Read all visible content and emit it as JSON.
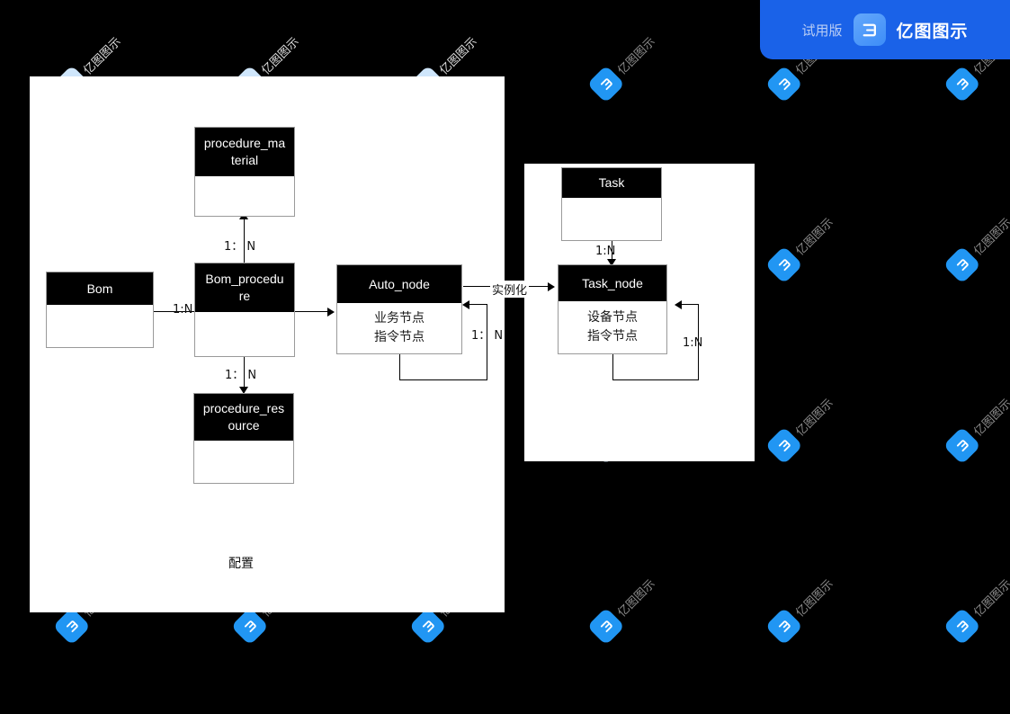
{
  "header": {
    "trial_label": "试用版",
    "brand_name": "亿图图示",
    "brand_icon": "edraw-logo-icon",
    "accent_color": "#1a62e8"
  },
  "watermark": {
    "text": "亿图图示",
    "icon": "edraw-logo-icon",
    "badge_color_dark_bg": "#2196f3",
    "badge_color_light_bg": "#cfe6fb"
  },
  "canvas": {
    "background_color": "#000000",
    "panel_color": "#ffffff",
    "panels": [
      {
        "name": "configuration-panel"
      },
      {
        "name": "runtime-panel"
      }
    ]
  },
  "entities": {
    "procedure_material": {
      "title": "procedure_ma\nterial",
      "title_line1": "procedure_ma",
      "title_line2": "terial",
      "body": ""
    },
    "bom": {
      "title": "Bom",
      "body": ""
    },
    "bom_procedure": {
      "title_line1": "Bom_procedu",
      "title_line2": "re",
      "body": ""
    },
    "auto_node": {
      "title": "Auto_node",
      "body_line1": "业务节点",
      "body_line2": "指令节点"
    },
    "procedure_resource": {
      "title_line1": "procedure_res",
      "title_line2": "ource",
      "body": ""
    },
    "task": {
      "title": "Task",
      "body": ""
    },
    "task_node": {
      "title": "Task_node",
      "body_line1": "设备节点",
      "body_line2": "指令节点"
    }
  },
  "edges": {
    "material_cardinality": "1： N",
    "bom_to_procedure": "1:N",
    "resource_cardinality": "1： N",
    "auto_node_self": "1： N",
    "instantiate": "实例化",
    "task_to_tasknode": "1:N",
    "task_node_self": "1:N"
  },
  "notes": {
    "configuration": "配置"
  }
}
